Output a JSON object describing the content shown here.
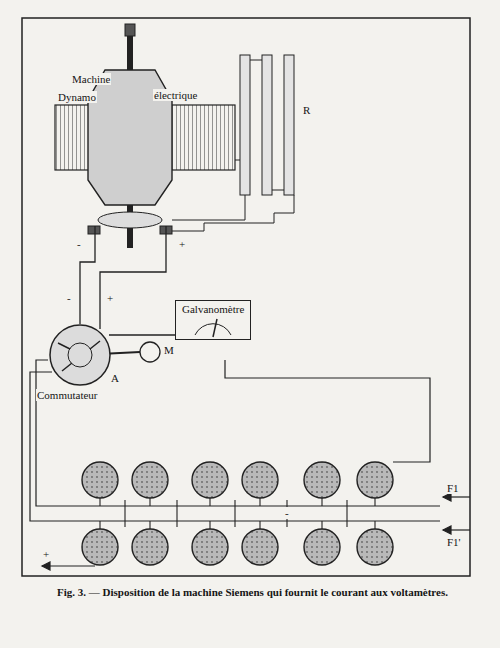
{
  "diagram": {
    "caption": "Fig. 3. — Disposition de la machine Siemens qui fournit le courant aux voltamètres.",
    "nodes": [
      {
        "text": [
          "Machine",
          "Dynamo",
          "électrique"
        ]
      },
      {
        "text": [
          "Commutateur"
        ]
      },
      {
        "text": [
          "Galvanomètre"
        ]
      }
    ],
    "edges": [
      {
        "from": 0,
        "to": 1,
        "arrow": "none"
      },
      {
        "from": 0,
        "to": 1,
        "arrow": "none"
      },
      {
        "from": 1,
        "to": 2,
        "arrow": "none"
      }
    ],
    "labels": [
      "R",
      "-",
      "+",
      "-",
      "+",
      "A",
      "M",
      "-",
      "+",
      "F1",
      "F1'"
    ]
  }
}
